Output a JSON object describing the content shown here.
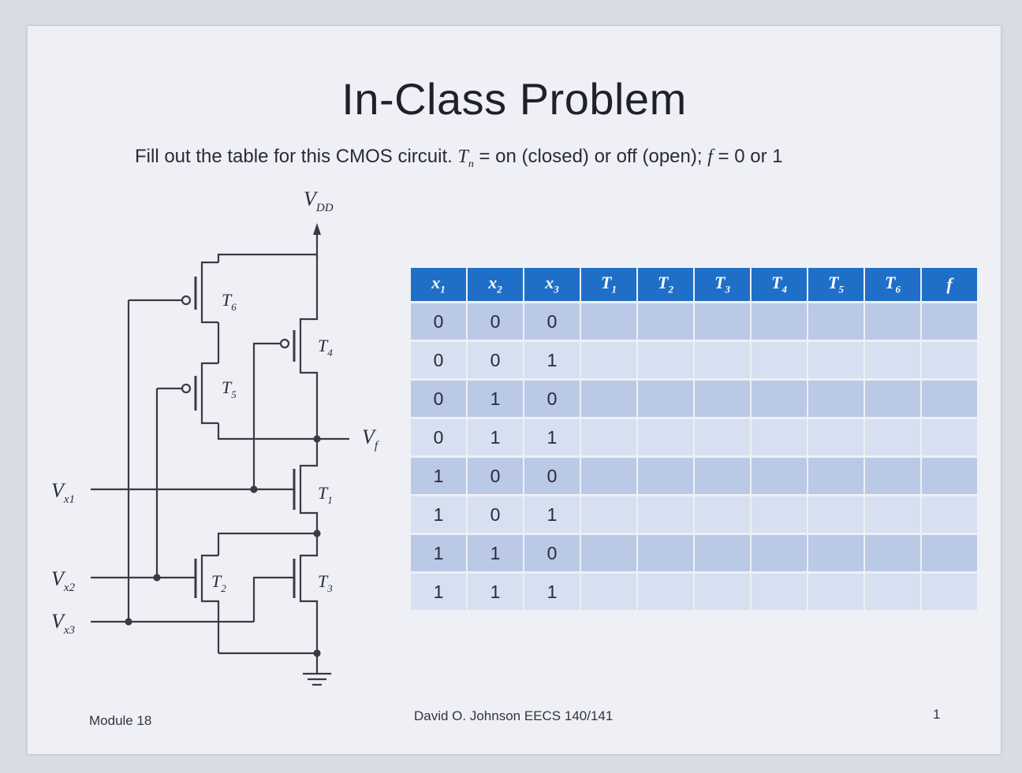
{
  "slide": {
    "title": "In-Class Problem",
    "instruction": {
      "prefix": "Fill out the table for this CMOS circuit. ",
      "tn_var": "T",
      "tn_sub": "n",
      "middle": " = on (closed) or off (open); ",
      "f_var": "f",
      "suffix": " = 0 or 1"
    }
  },
  "circuit": {
    "supply_label": "V",
    "supply_sub": "DD",
    "output_label": "V",
    "output_sub": "f",
    "inputs": [
      {
        "label": "V",
        "sub": "x1"
      },
      {
        "label": "V",
        "sub": "x2"
      },
      {
        "label": "V",
        "sub": "x3"
      }
    ],
    "transistors": [
      {
        "label": "T",
        "sub": "1"
      },
      {
        "label": "T",
        "sub": "2"
      },
      {
        "label": "T",
        "sub": "3"
      },
      {
        "label": "T",
        "sub": "4"
      },
      {
        "label": "T",
        "sub": "5"
      },
      {
        "label": "T",
        "sub": "6"
      }
    ]
  },
  "table": {
    "headers": [
      {
        "var": "x",
        "sub": "1"
      },
      {
        "var": "x",
        "sub": "2"
      },
      {
        "var": "x",
        "sub": "3"
      },
      {
        "var": "T",
        "sub": "1"
      },
      {
        "var": "T",
        "sub": "2"
      },
      {
        "var": "T",
        "sub": "3"
      },
      {
        "var": "T",
        "sub": "4"
      },
      {
        "var": "T",
        "sub": "5"
      },
      {
        "var": "T",
        "sub": "6"
      },
      {
        "var": "f",
        "sub": ""
      }
    ],
    "rows": [
      [
        "0",
        "0",
        "0",
        "",
        "",
        "",
        "",
        "",
        "",
        ""
      ],
      [
        "0",
        "0",
        "1",
        "",
        "",
        "",
        "",
        "",
        "",
        ""
      ],
      [
        "0",
        "1",
        "0",
        "",
        "",
        "",
        "",
        "",
        "",
        ""
      ],
      [
        "0",
        "1",
        "1",
        "",
        "",
        "",
        "",
        "",
        "",
        ""
      ],
      [
        "1",
        "0",
        "0",
        "",
        "",
        "",
        "",
        "",
        "",
        ""
      ],
      [
        "1",
        "0",
        "1",
        "",
        "",
        "",
        "",
        "",
        "",
        ""
      ],
      [
        "1",
        "1",
        "0",
        "",
        "",
        "",
        "",
        "",
        "",
        ""
      ],
      [
        "1",
        "1",
        "1",
        "",
        "",
        "",
        "",
        "",
        "",
        ""
      ]
    ]
  },
  "footer": {
    "left": "Module 18",
    "center": "David O. Johnson EECS 140/141",
    "page": "1"
  },
  "colors": {
    "header_bg": "#1f6fc8",
    "row_dark": "#b9c9e6",
    "row_light": "#d6e0f0"
  }
}
